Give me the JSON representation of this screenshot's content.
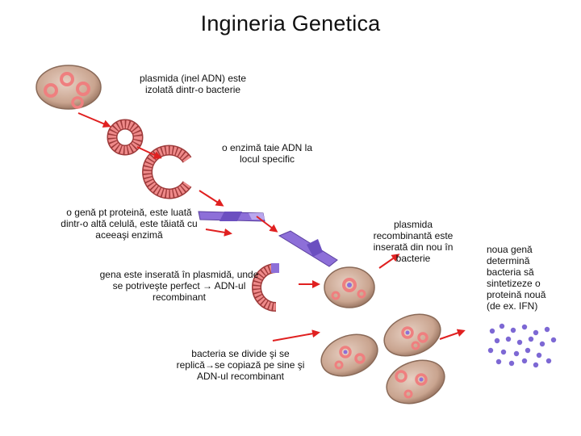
{
  "title": "Ingineria Genetica",
  "steps": [
    {
      "caption": "plasmida (inel ADN) este\nizolată dintr-o bacterie"
    },
    {
      "caption": "o enzimă taie ADN  la\nlocul specific"
    },
    {
      "caption": "o genă pt proteină, este luată\ndintr-o altă celulă, este tăiată cu\naceeaşi enzimă"
    },
    {
      "caption": "gena este inserată în plasmidă, unde\nse potriveşte perfect → ADN-ul\nrecombinant"
    },
    {
      "caption": "bacteria se divide şi se\nreplică→se copiază pe sine şi\nADN-ul recombinant"
    },
    {
      "caption": "plasmida\nrecombinantă este\ninserată din nou în\nbacterie"
    },
    {
      "caption": "noua genă\ndetermină\nbacteria să\nsintetizeze o\nproteină nouă\n(de ex. IFN)"
    }
  ],
  "colors": {
    "cell_fill": "#c9a48f",
    "plasmid": "#ef7f7f",
    "plasmid_dark": "#9e3b3b",
    "gene": "#8d6fd8",
    "arrow": "#e02020",
    "protein": "#7d68d4"
  },
  "icons": [
    "bacterium-icon",
    "plasmid-ring-icon",
    "cut-plasmid-icon",
    "gene-fragment-icon",
    "arrow-icon",
    "protein-dots-icon"
  ]
}
